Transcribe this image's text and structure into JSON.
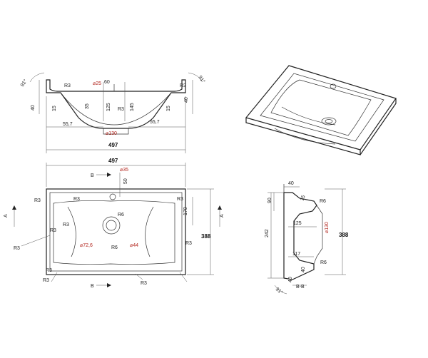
{
  "front_view": {
    "labels": {
      "r3_left": "R3",
      "r3_right": "R3",
      "d25": "⌀25",
      "d60": "60",
      "d40_left": "40",
      "d40_right": "40",
      "d15_left": "15",
      "d15_right": "15",
      "d35": "35",
      "d125": "125",
      "d145": "145",
      "r3_mid": "R3",
      "d55_left": "55,7",
      "d55_right": "55,7",
      "d130": "⌀130",
      "angle_left": "91°",
      "angle_right": "91°",
      "width": "497"
    }
  },
  "top_view": {
    "labels": {
      "width": "497",
      "section_b_top": "B",
      "d35": "⌀35",
      "d50": "50",
      "d170": "170",
      "d388": "388",
      "arrow_a_left": "A",
      "arrow_a_right": "A",
      "r3_a": "R3",
      "r3_b": "R3",
      "r3_c": "R3",
      "r3_d": "R3",
      "r3_e": "R3",
      "r3_f": "R3",
      "r3_g": "R3",
      "r3_h": "R3",
      "r3_i": "R3",
      "r3_j": "R3",
      "r6_a": "R6",
      "r6_b": "R6",
      "d72": "⌀72,6",
      "d44": "⌀44",
      "section_b_bottom": "B"
    }
  },
  "section_view": {
    "labels": {
      "d40_top": "40",
      "d90": "90",
      "d15": "15",
      "r6_top": "R6",
      "d125": "125",
      "d130": "⌀130",
      "d242": "242",
      "d117": "117",
      "r6_bottom": "R6",
      "d388": "388",
      "d40_bottom": "40",
      "d40_side": "40",
      "angle": "91°",
      "title": "B-B"
    }
  }
}
